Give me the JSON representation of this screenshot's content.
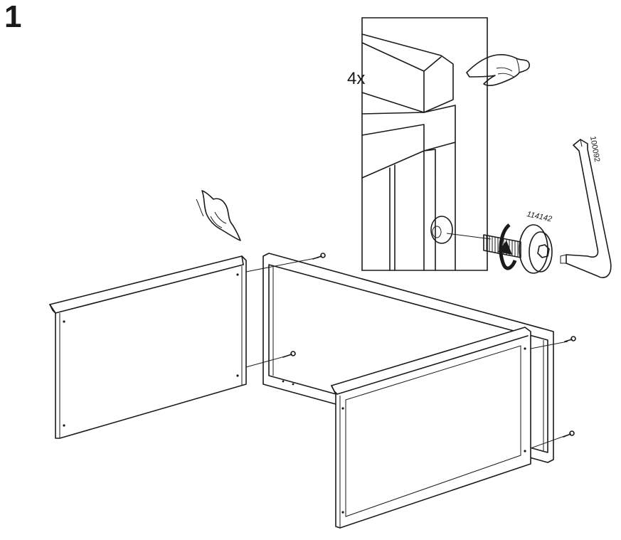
{
  "step": {
    "number": "1"
  },
  "detail": {
    "quantity": "4x",
    "bolt_part_number": "114142",
    "key_part_number": "100092"
  },
  "icons": {
    "pointing_hand_detail": "pointing-hand-icon",
    "pointing_hand_main": "pointing-hand-icon",
    "rotation_arrow": "clockwise-rotation-arrow-icon"
  }
}
